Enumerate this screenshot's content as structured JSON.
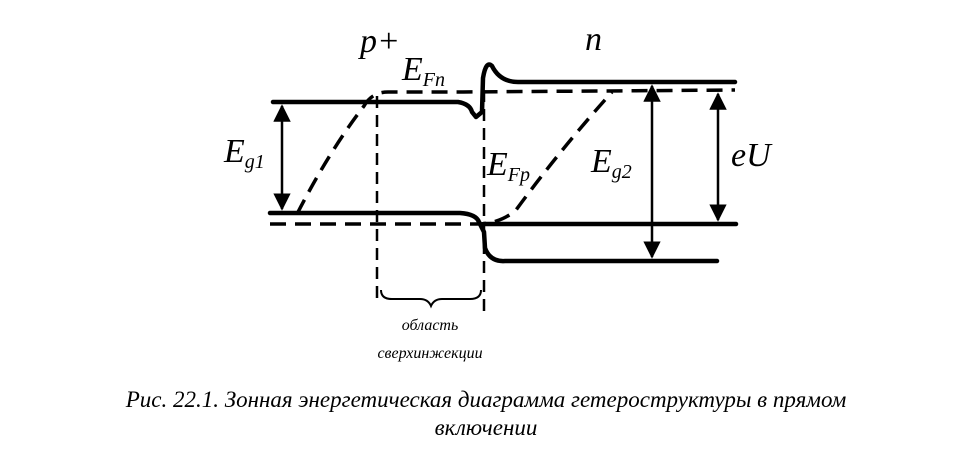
{
  "labels": {
    "p_region": "p+",
    "n_region": "n",
    "efn_main": "E",
    "efn_sub": "Fn",
    "efp_main": "E",
    "efp_sub": "Fp",
    "eg1_main": "E",
    "eg1_sub": "g1",
    "eg2_main": "E",
    "eg2_sub": "g2",
    "eu": "eU",
    "region_line1": "область",
    "region_line2": "сверхинжекции"
  },
  "caption": {
    "line1": "Рис. 22.1. Зонная энергетическая диаграмма гетероструктуры в прямом",
    "line2": "включении"
  }
}
